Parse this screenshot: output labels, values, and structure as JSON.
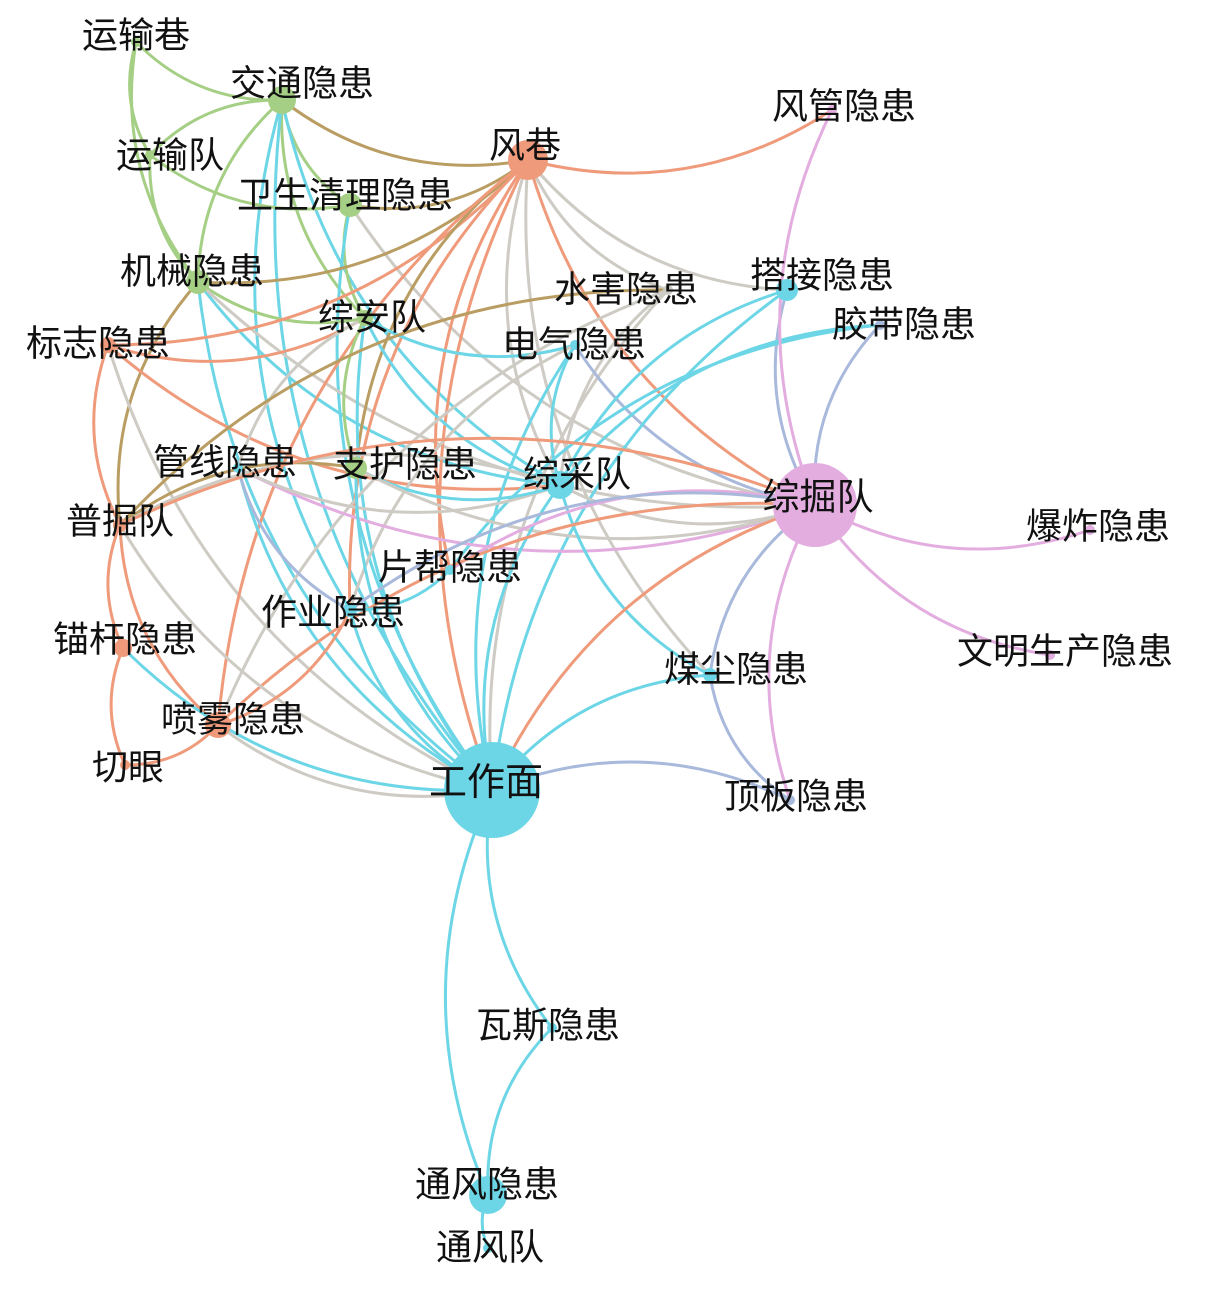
{
  "colors": {
    "orange": "#ef9b7b",
    "cyan": "#6dd6e6",
    "green": "#a5cf84",
    "olive": "#b99d62",
    "gray": "#cdcbc3",
    "pink": "#e3ade0",
    "blue": "#a9b9db"
  },
  "nodes": [
    {
      "id": "fengxiang",
      "label": "风巷",
      "color": "orange"
    },
    {
      "id": "gongzuomian",
      "label": "工作面",
      "color": "cyan"
    },
    {
      "id": "zongjuedui",
      "label": "综掘队",
      "color": "pink"
    },
    {
      "id": "zongcaidui",
      "label": "综采队",
      "color": "cyan"
    },
    {
      "id": "zonganedui",
      "label": "综安队",
      "color": "green"
    },
    {
      "id": "pujuedui",
      "label": "普掘队",
      "color": "orange"
    },
    {
      "id": "yunshudui",
      "label": "运输队",
      "color": "green"
    },
    {
      "id": "yunshuxiang",
      "label": "运输巷",
      "color": "green"
    },
    {
      "id": "tongfengdui",
      "label": "通风队",
      "color": "cyan"
    },
    {
      "id": "qieyan",
      "label": "切眼",
      "color": "orange"
    },
    {
      "id": "jiaotong",
      "label": "交通隐患",
      "color": "green"
    },
    {
      "id": "weisheng",
      "label": "卫生清理隐患",
      "color": "green"
    },
    {
      "id": "jixie",
      "label": "机械隐患",
      "color": "green"
    },
    {
      "id": "biaozhi",
      "label": "标志隐患",
      "color": "orange"
    },
    {
      "id": "guanxian",
      "label": "管线隐患",
      "color": "cyan"
    },
    {
      "id": "zhihu",
      "label": "支护隐患",
      "color": "green"
    },
    {
      "id": "maogan",
      "label": "锚杆隐患",
      "color": "orange"
    },
    {
      "id": "penwu",
      "label": "喷雾隐患",
      "color": "orange"
    },
    {
      "id": "zuoye",
      "label": "作业隐患",
      "color": "cyan"
    },
    {
      "id": "pianbang",
      "label": "片帮隐患",
      "color": "cyan"
    },
    {
      "id": "shuihai",
      "label": "水害隐患",
      "color": "gray"
    },
    {
      "id": "dianqi",
      "label": "电气隐患",
      "color": "cyan"
    },
    {
      "id": "dajie",
      "label": "搭接隐患",
      "color": "cyan"
    },
    {
      "id": "jiaodai",
      "label": "胶带隐患",
      "color": "blue"
    },
    {
      "id": "fengguan",
      "label": "风管隐患",
      "color": "pink"
    },
    {
      "id": "baozha",
      "label": "爆炸隐患",
      "color": "pink"
    },
    {
      "id": "wenming",
      "label": "文明生产隐患",
      "color": "pink"
    },
    {
      "id": "meichen",
      "label": "煤尘隐患",
      "color": "cyan"
    },
    {
      "id": "dingban",
      "label": "顶板隐患",
      "color": "blue"
    },
    {
      "id": "wasi",
      "label": "瓦斯隐患",
      "color": "cyan"
    },
    {
      "id": "tongfeng",
      "label": "通风隐患",
      "color": "cyan"
    }
  ],
  "edges": [
    [
      "yunshuxiang",
      "jiaotong",
      "green"
    ],
    [
      "yunshuxiang",
      "yunshudui",
      "green"
    ],
    [
      "yunshuxiang",
      "jixie",
      "green"
    ],
    [
      "jiaotong",
      "yunshudui",
      "green"
    ],
    [
      "jiaotong",
      "zonganedui",
      "green"
    ],
    [
      "jiaotong",
      "weisheng",
      "green"
    ],
    [
      "jiaotong",
      "fengxiang",
      "olive"
    ],
    [
      "jiaotong",
      "jixie",
      "green"
    ],
    [
      "jiaotong",
      "zongcaidui",
      "cyan"
    ],
    [
      "jiaotong",
      "gongzuomian",
      "cyan"
    ],
    [
      "jiaotong",
      "zuoye",
      "cyan"
    ],
    [
      "yunshudui",
      "weisheng",
      "green"
    ],
    [
      "yunshudui",
      "jixie",
      "green"
    ],
    [
      "weisheng",
      "fengxiang",
      "olive"
    ],
    [
      "weisheng",
      "zonganedui",
      "green"
    ],
    [
      "weisheng",
      "gongzuomian",
      "cyan"
    ],
    [
      "weisheng",
      "zongjuedui",
      "gray"
    ],
    [
      "jixie",
      "fengxiang",
      "olive"
    ],
    [
      "jixie",
      "zonganedui",
      "green"
    ],
    [
      "jixie",
      "zongcaidui",
      "cyan"
    ],
    [
      "jixie",
      "gongzuomian",
      "cyan"
    ],
    [
      "jixie",
      "zongjuedui",
      "gray"
    ],
    [
      "jixie",
      "pujuedui",
      "olive"
    ],
    [
      "biaozhi",
      "fengxiang",
      "orange"
    ],
    [
      "biaozhi",
      "zonganedui",
      "orange"
    ],
    [
      "biaozhi",
      "pujuedui",
      "orange"
    ],
    [
      "biaozhi",
      "gongzuomian",
      "gray"
    ],
    [
      "biaozhi",
      "zongcaidui",
      "orange"
    ],
    [
      "fengxiang",
      "fengguan",
      "orange"
    ],
    [
      "fengxiang",
      "zongjuedui",
      "orange"
    ],
    [
      "fengxiang",
      "zongcaidui",
      "gray"
    ],
    [
      "fengxiang",
      "zuoye",
      "orange"
    ],
    [
      "fengxiang",
      "zhihu",
      "olive"
    ],
    [
      "fengxiang",
      "dajie",
      "gray"
    ],
    [
      "fengxiang",
      "meichen",
      "gray"
    ],
    [
      "fengxiang",
      "shuihai",
      "gray"
    ],
    [
      "fengxiang",
      "penwu",
      "orange"
    ],
    [
      "fengxiang",
      "gongzuomian",
      "orange"
    ],
    [
      "fengxiang",
      "pianbang",
      "orange"
    ],
    [
      "zonganedui",
      "zongcaidui",
      "cyan"
    ],
    [
      "zonganedui",
      "zhihu",
      "green"
    ],
    [
      "zonganedui",
      "gongzuomian",
      "cyan"
    ],
    [
      "zonganedui",
      "dianqi",
      "cyan"
    ],
    [
      "zonganedui",
      "guanxian",
      "gray"
    ],
    [
      "shuihai",
      "gongzuomian",
      "gray"
    ],
    [
      "shuihai",
      "zongcaidui",
      "gray"
    ],
    [
      "shuihai",
      "pujuedui",
      "olive"
    ],
    [
      "shuihai",
      "penwu",
      "gray"
    ],
    [
      "dianqi",
      "zongcaidui",
      "cyan"
    ],
    [
      "dianqi",
      "gongzuomian",
      "cyan"
    ],
    [
      "dianqi",
      "zongjuedui",
      "blue"
    ],
    [
      "dianqi",
      "zuoye",
      "gray"
    ],
    [
      "dajie",
      "zongjuedui",
      "blue"
    ],
    [
      "dajie",
      "zongcaidui",
      "cyan"
    ],
    [
      "dajie",
      "gongzuomian",
      "cyan"
    ],
    [
      "jiaodai",
      "zongcaidui",
      "cyan"
    ],
    [
      "jiaodai",
      "zongjuedui",
      "blue"
    ],
    [
      "jiaodai",
      "pianbang",
      "cyan"
    ],
    [
      "fengguan",
      "zongjuedui",
      "pink"
    ],
    [
      "guanxian",
      "zongjuedui",
      "pink"
    ],
    [
      "guanxian",
      "zongcaidui",
      "gray"
    ],
    [
      "guanxian",
      "gongzuomian",
      "cyan"
    ],
    [
      "guanxian",
      "zuoye",
      "blue"
    ],
    [
      "zhihu",
      "zongcaidui",
      "cyan"
    ],
    [
      "zhihu",
      "gongzuomian",
      "cyan"
    ],
    [
      "zhihu",
      "zongjuedui",
      "gray"
    ],
    [
      "zhihu",
      "pujuedui",
      "olive"
    ],
    [
      "zongcaidui",
      "meichen",
      "cyan"
    ],
    [
      "zongcaidui",
      "gongzuomian",
      "cyan"
    ],
    [
      "zongcaidui",
      "zongjuedui",
      "gray"
    ],
    [
      "zongcaidui",
      "pujuedui",
      "gray"
    ],
    [
      "zongjuedui",
      "baozha",
      "pink"
    ],
    [
      "zongjuedui",
      "wenming",
      "pink"
    ],
    [
      "zongjuedui",
      "meichen",
      "blue"
    ],
    [
      "zongjuedui",
      "dingban",
      "pink"
    ],
    [
      "zongjuedui",
      "pianbang",
      "pink"
    ],
    [
      "zongjuedui",
      "zuoye",
      "blue"
    ],
    [
      "zongjuedui",
      "gongzuomian",
      "orange"
    ],
    [
      "zongjuedui",
      "penwu",
      "orange"
    ],
    [
      "zongjuedui",
      "pujuedui",
      "orange"
    ],
    [
      "pujuedui",
      "maogan",
      "orange"
    ],
    [
      "pujuedui",
      "gongzuomian",
      "gray"
    ],
    [
      "pujuedui",
      "penwu",
      "orange"
    ],
    [
      "maogan",
      "qieyan",
      "orange"
    ],
    [
      "maogan",
      "gongzuomian",
      "cyan"
    ],
    [
      "qieyan",
      "penwu",
      "orange"
    ],
    [
      "penwu",
      "zuoye",
      "orange"
    ],
    [
      "penwu",
      "gongzuomian",
      "gray"
    ],
    [
      "zuoye",
      "gongzuomian",
      "cyan"
    ],
    [
      "zuoye",
      "pianbang",
      "cyan"
    ],
    [
      "meichen",
      "gongzuomian",
      "cyan"
    ],
    [
      "meichen",
      "dingban",
      "blue"
    ],
    [
      "dingban",
      "gongzuomian",
      "blue"
    ],
    [
      "gongzuomian",
      "wasi",
      "cyan"
    ],
    [
      "gongzuomian",
      "tongfeng",
      "cyan"
    ],
    [
      "wasi",
      "tongfeng",
      "cyan"
    ],
    [
      "tongfeng",
      "tongfengdui",
      "cyan"
    ]
  ]
}
